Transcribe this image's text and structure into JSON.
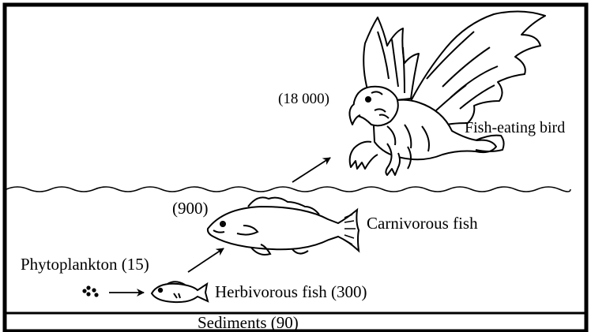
{
  "labels": {
    "bird_value": "(18 000)",
    "bird_name": "Fish-eating bird",
    "carnivore_value": "(900)",
    "carnivore_name": "Carnivorous fish",
    "phytoplankton": "Phytoplankton (15)",
    "herbivore": "Herbivorous fish (300)",
    "sediments": "Sediments (90)"
  },
  "colors": {
    "ink": "#000000",
    "background": "#ffffff"
  },
  "icons": [
    "fish-eating-bird-icon",
    "carnivorous-fish-icon",
    "herbivorous-fish-icon",
    "phytoplankton-dots-icon"
  ]
}
